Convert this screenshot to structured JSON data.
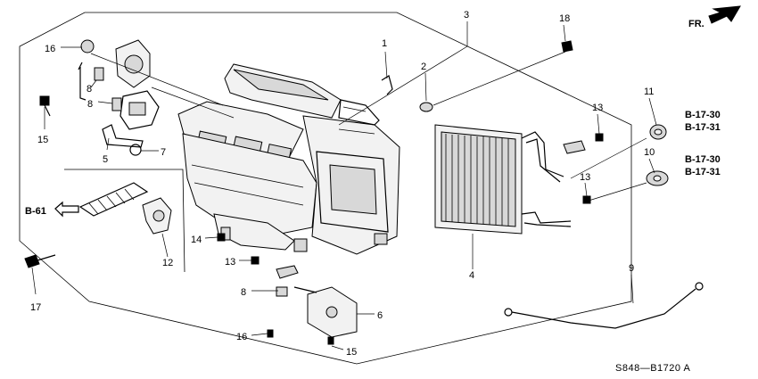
{
  "header": {
    "orientation_label": "FR."
  },
  "callouts": {
    "c1": "1",
    "c2": "2",
    "c3": "3",
    "c4": "4",
    "c5": "5",
    "c6": "6",
    "c7": "7",
    "c8a": "8",
    "c8b": "8",
    "c8c": "8",
    "c9": "9",
    "c10": "10",
    "c11": "11",
    "c12": "12",
    "c13a": "13",
    "c13b": "13",
    "c13c": "13",
    "c14": "14",
    "c15a": "15",
    "c15b": "15",
    "c16a": "16",
    "c16b": "16",
    "c17": "17",
    "c18": "18"
  },
  "references": {
    "b61": "B-61",
    "b1730a": "B-17-30",
    "b1731a": "B-17-31",
    "b1730b": "B-17-30",
    "b1731b": "B-17-31"
  },
  "footer": {
    "drawing_code": "S848—B1720 A"
  }
}
